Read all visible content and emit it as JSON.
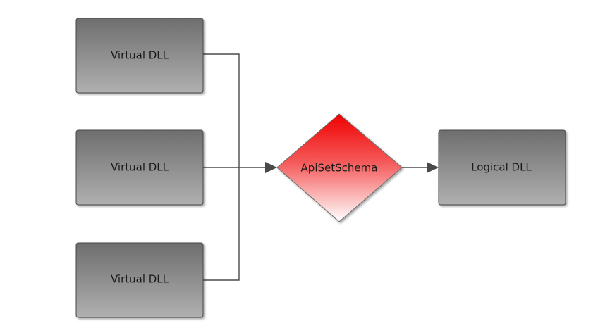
{
  "diagram": {
    "nodes": {
      "virtual_dll_1": {
        "label": "Virtual DLL"
      },
      "virtual_dll_2": {
        "label": "Virtual DLL"
      },
      "virtual_dll_3": {
        "label": "Virtual DLL"
      },
      "api_set_schema": {
        "label": "ApiSetSchema"
      },
      "logical_dll": {
        "label": "Logical DLL"
      }
    },
    "edges": [
      {
        "from": "virtual_dll_1",
        "to": "api_set_schema"
      },
      {
        "from": "virtual_dll_2",
        "to": "api_set_schema"
      },
      {
        "from": "virtual_dll_3",
        "to": "api_set_schema"
      },
      {
        "from": "api_set_schema",
        "to": "logical_dll"
      }
    ],
    "colors": {
      "box_top": "#6e6e6e",
      "box_bottom": "#b0b0b0",
      "decision_top": "#f00000",
      "decision_bottom": "#ffffff",
      "connector": "#4a4a4a"
    }
  }
}
